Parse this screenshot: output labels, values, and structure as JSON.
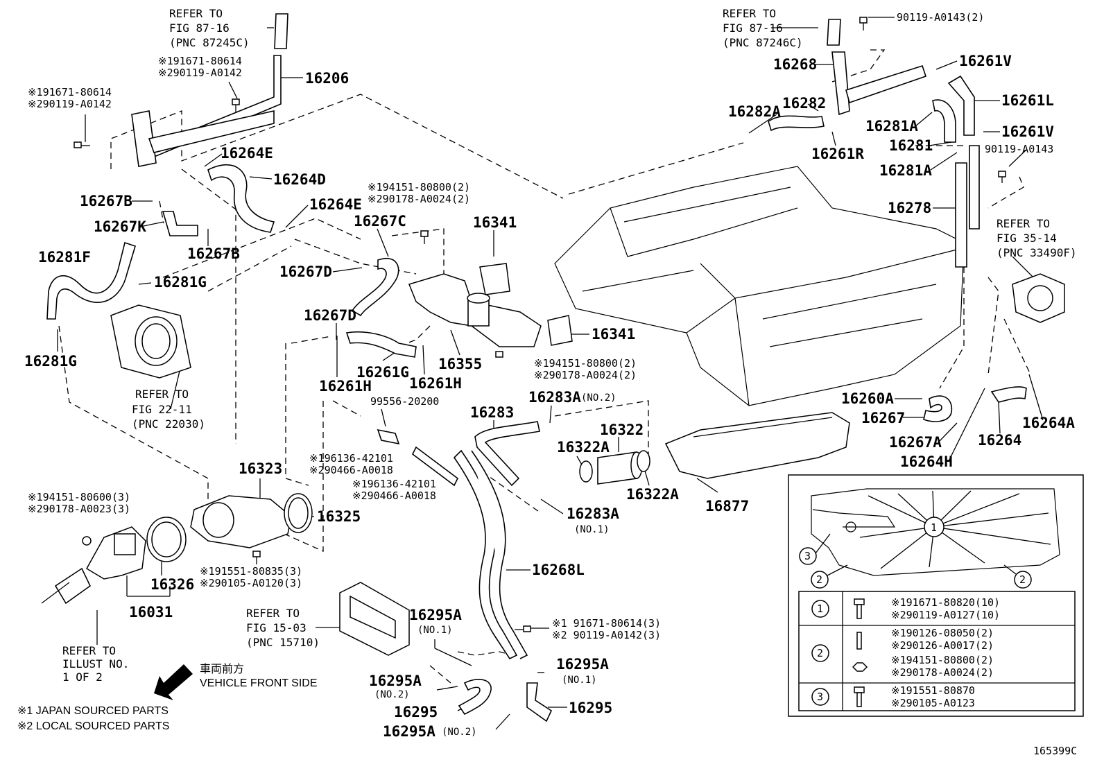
{
  "labels": {
    "p16206": "16206",
    "p16264E_a": "16264E",
    "p16264D": "16264D",
    "p16264E_b": "16264E",
    "p16267B_a": "16267B",
    "p16267K": "16267K",
    "p16267B_b": "16267B",
    "p16281F": "16281F",
    "p16281G_a": "16281G",
    "p16281G_b": "16281G",
    "p16267C": "16267C",
    "p16267D_a": "16267D",
    "p16267D_b": "16267D",
    "p16341_a": "16341",
    "p16341_b": "16341",
    "p16355": "16355",
    "p16261G": "16261G",
    "p16261H_a": "16261H",
    "p16261H_b": "16261H",
    "p99556": "99556-20200",
    "p16283": "16283",
    "p16283A_a": "16283A",
    "p16283A_b": "16283A",
    "p16322": "16322",
    "p16322A_a": "16322A",
    "p16322A_b": "16322A",
    "p16323": "16323",
    "p16325": "16325",
    "p16326": "16326",
    "p16031": "16031",
    "p16268L": "16268L",
    "p16295A_a": "16295A",
    "p16295A_b": "16295A",
    "p16295A_c": "16295A",
    "p16295A_d": "16295A",
    "p16295_a": "16295",
    "p16295_b": "16295",
    "p16877": "16877",
    "p16268": "16268",
    "p16261V_a": "16261V",
    "p16261L": "16261L",
    "p16261V_b": "16261V",
    "p16282A": "16282A",
    "p16282": "16282",
    "p16281A_a": "16281A",
    "p16281A_b": "16281A",
    "p16281": "16281",
    "p16261R": "16261R",
    "p16278": "16278",
    "p16260A": "16260A",
    "p16267": "16267",
    "p16267A": "16267A",
    "p16264": "16264",
    "p16264A": "16264A",
    "p16264H": "16264H",
    "b90119_top": "90119-A0143(2)",
    "b90119_mid": "90119-A0143"
  },
  "notes": {
    "no1": "(NO.1)",
    "no2": "(NO.2)"
  },
  "bolt_notes": {
    "n1a": "※191671-80614",
    "n1b": "※290119-A0142",
    "n2a": "※191671-80614",
    "n2b": "※290119-A0142",
    "n3a": "※194151-80800(2)",
    "n3b": "※290178-A0024(2)",
    "n4a": "※194151-80800(2)",
    "n4b": "※290178-A0024(2)",
    "n5a": "※196136-42101",
    "n5b": "※290466-A0018",
    "n6a": "※196136-42101",
    "n6b": "※290466-A0018",
    "n7a": "※194151-80600(3)",
    "n7b": "※290178-A0023(3)",
    "n8a": "※191551-80835(3)",
    "n8b": "※290105-A0120(3)",
    "n9a": "※1 91671-80614(3)",
    "n9b": "※2 90119-A0142(3)"
  },
  "refs": {
    "r1": [
      "REFER TO",
      "FIG 87-16",
      "(PNC 87245C)"
    ],
    "r2": [
      "REFER TO",
      "FIG 87-16",
      "(PNC 87246C)"
    ],
    "r3": [
      "REFER TO",
      "FIG 35-14",
      "(PNC 33490F)"
    ],
    "r4": [
      "REFER TO",
      "FIG 22-11",
      "(PNC 22030)"
    ],
    "r5": [
      "REFER TO",
      "FIG 15-03",
      "(PNC 15710)"
    ],
    "r6": [
      "REFER TO",
      "ILLUST NO.",
      "1 OF 2"
    ]
  },
  "front": {
    "jp": "車両前方",
    "en": "VEHICLE FRONT SIDE"
  },
  "legend": {
    "l1": "※1 JAPAN SOURCED PARTS",
    "l2": "※2 LOCAL SOURCED PARTS"
  },
  "table": {
    "rows": [
      {
        "key": "1",
        "lines": [
          "※191671-80820(10)",
          "※290119-A0127(10)"
        ]
      },
      {
        "key": "2",
        "lines": [
          "※190126-08050(2)",
          "※290126-A0017(2)",
          "※194151-80800(2)",
          "※290178-A0024(2)"
        ]
      },
      {
        "key": "3",
        "lines": [
          "※191551-80870",
          "※290105-A0123"
        ]
      }
    ],
    "callouts": [
      "1",
      "2",
      "2",
      "3"
    ]
  },
  "illust_id": "165399C"
}
